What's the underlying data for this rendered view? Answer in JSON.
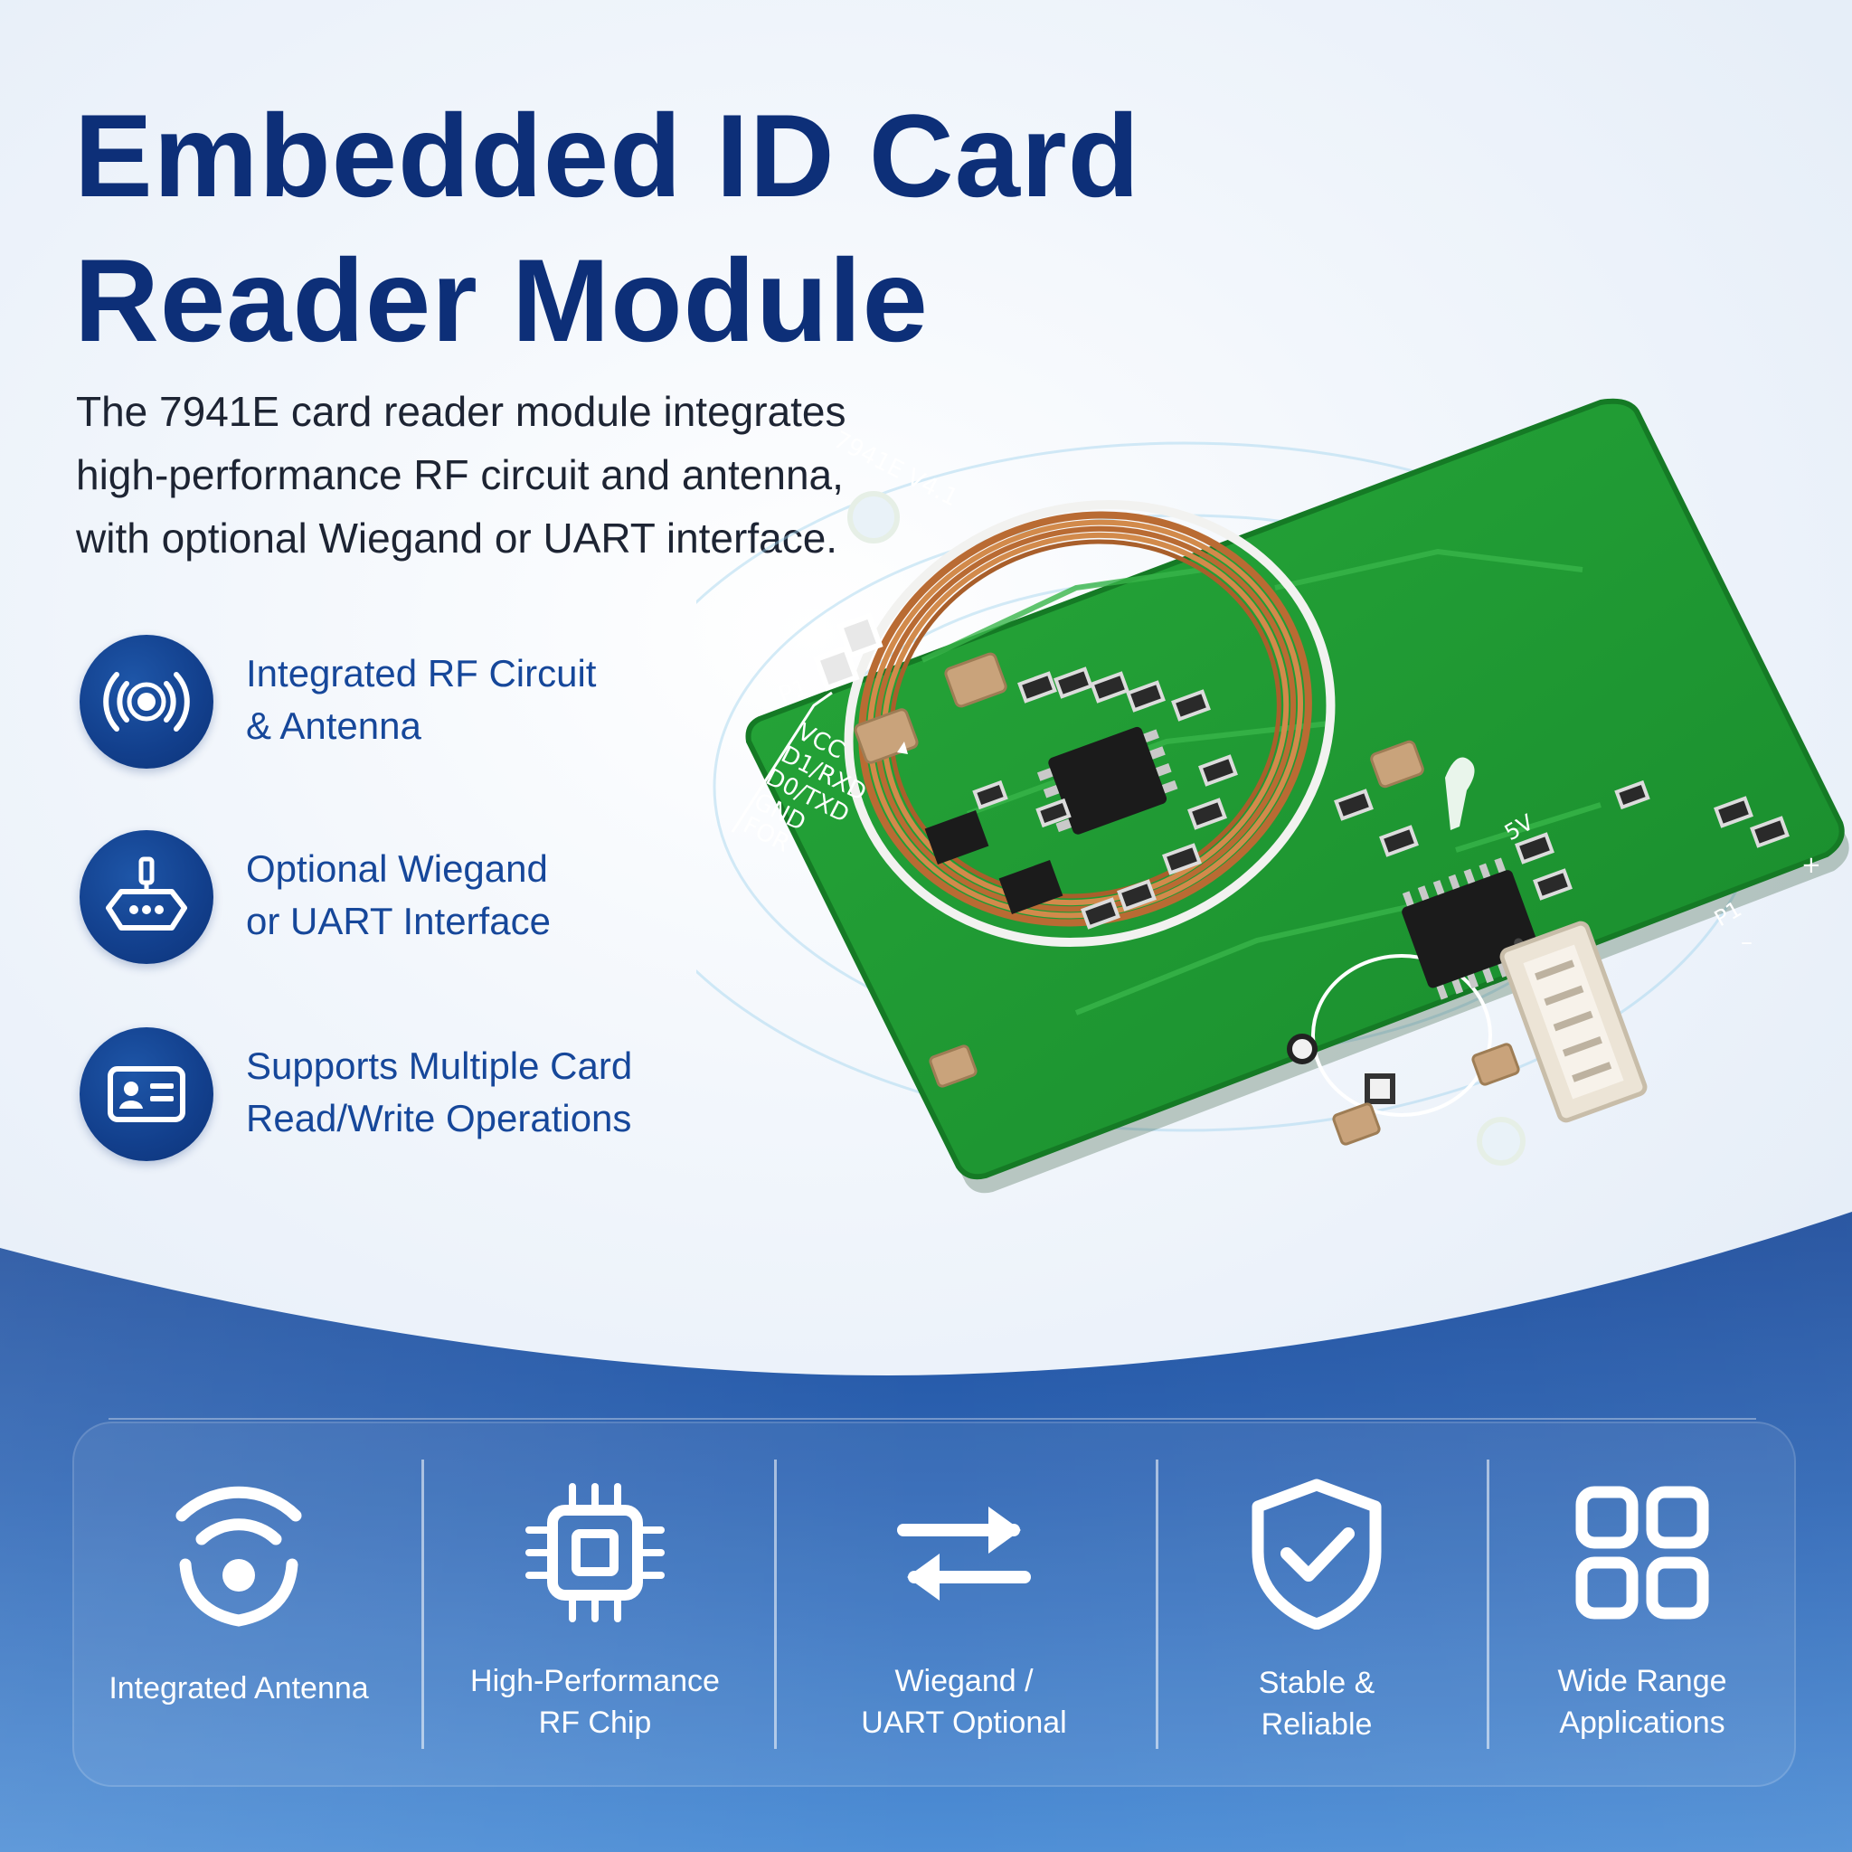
{
  "heading": {
    "line1": "Embedded ID Card",
    "line2": "Reader Module"
  },
  "description": {
    "line1": "The 7941E card reader module integrates",
    "line2": "high-performance RF circuit and antenna,",
    "line3": "with optional Wiegand or UART interface."
  },
  "features": [
    {
      "icon": "rf-signal-icon",
      "line1": "Integrated RF Circuit",
      "line2": "& Antenna"
    },
    {
      "icon": "interface-connector-icon",
      "line1": "Optional Wiegand",
      "line2": "or UART Interface"
    },
    {
      "icon": "id-card-icon",
      "line1": "Supports Multiple Card",
      "line2": "Read/Write Operations"
    }
  ],
  "board": {
    "model": "7941E V4.1",
    "header_label": "P1",
    "pins": [
      "VCC",
      "D1/RXD",
      "D0/TXD",
      "GND",
      "FOR"
    ],
    "voltage_label": "5V",
    "connector_label": "P1",
    "plus": "+",
    "minus": "–"
  },
  "highlights": [
    {
      "icon": "antenna-wifi-icon",
      "line1": "Integrated Antenna",
      "line2": ""
    },
    {
      "icon": "chip-icon",
      "line1": "High-Performance",
      "line2": "RF Chip"
    },
    {
      "icon": "bidirectional-arrows-icon",
      "line1": "Wiegand /",
      "line2": "UART Optional"
    },
    {
      "icon": "shield-check-icon",
      "line1": "Stable &",
      "line2": "Reliable"
    },
    {
      "icon": "grid-apps-icon",
      "line1": "Wide Range",
      "line2": "Applications"
    }
  ],
  "colors": {
    "title": "#0d2f78",
    "feature_text": "#16479a",
    "badge": "#123f8c",
    "band_top": "#1d4f9e",
    "band_bottom": "#4a8ad4",
    "pcb": "#1f9a34",
    "coil": "#c57a3f"
  }
}
